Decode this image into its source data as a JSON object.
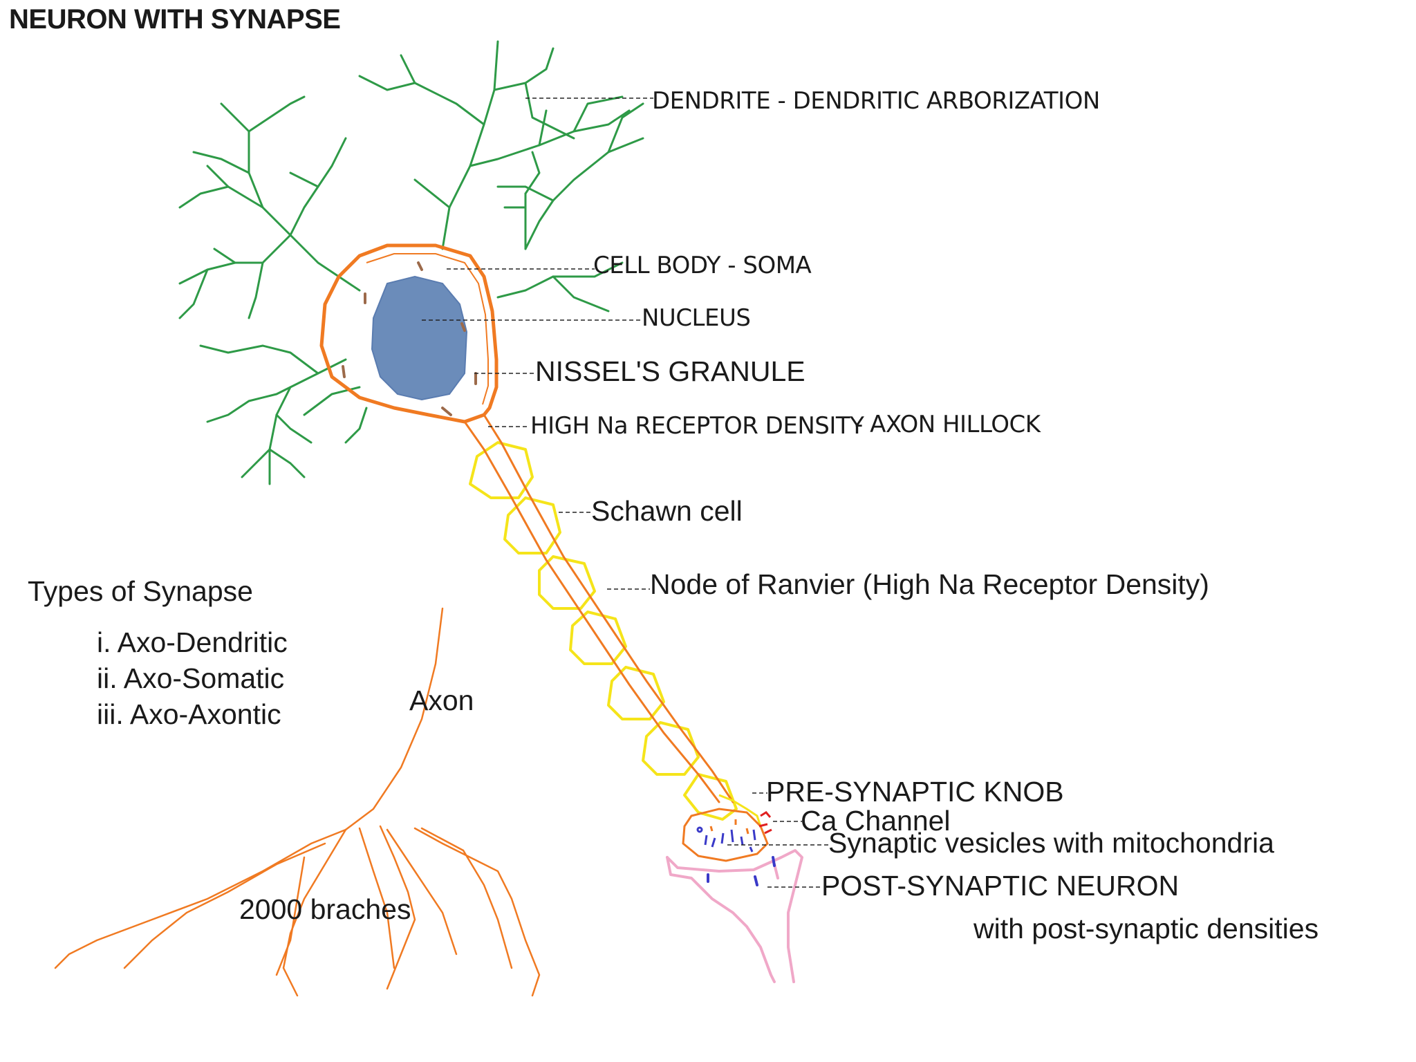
{
  "title": "NEURON WITH SYNAPSE",
  "labels": {
    "dendrite": "DENDRITE - DENDRITIC ARBORIZATION",
    "cell_body": "CELL BODY - SOMA",
    "nucleus": "NUCLEUS",
    "nissel": "NISSEL'S GRANULE",
    "axon_hillock_density": "HIGH Na RECEPTOR DENSITY",
    "axon_hillock": "- AXON HILLOCK",
    "schwann": "Schawn cell",
    "node_ranvier": "Node of Ranvier (High Na Receptor Density)",
    "presynaptic": "PRE-SYNAPTIC KNOB",
    "ca_channel": "Ca Channel",
    "vesicles": "Synaptic vesicles with mitochondria",
    "postsynaptic": "POST-SYNAPTIC NEURON",
    "postsynaptic_sub": "with post-synaptic densities",
    "axon": "Axon",
    "branches": "2000 braches"
  },
  "synapse_types": {
    "heading": "Types of Synapse",
    "items": [
      "i. Axo-Dendritic",
      "ii. Axo-Somatic",
      "iii. Axo-Axontic"
    ]
  },
  "colors": {
    "dendrite": "#2e9a47",
    "cell_membrane": "#f07a22",
    "nucleus": "#6b8cba",
    "nissel": "#9c6a4a",
    "schwann": "#f5e41a",
    "vesicle": "#3a3ac8",
    "ca_channel": "#e02020",
    "postsynaptic": "#f0a8c8",
    "leader": "#222222"
  }
}
